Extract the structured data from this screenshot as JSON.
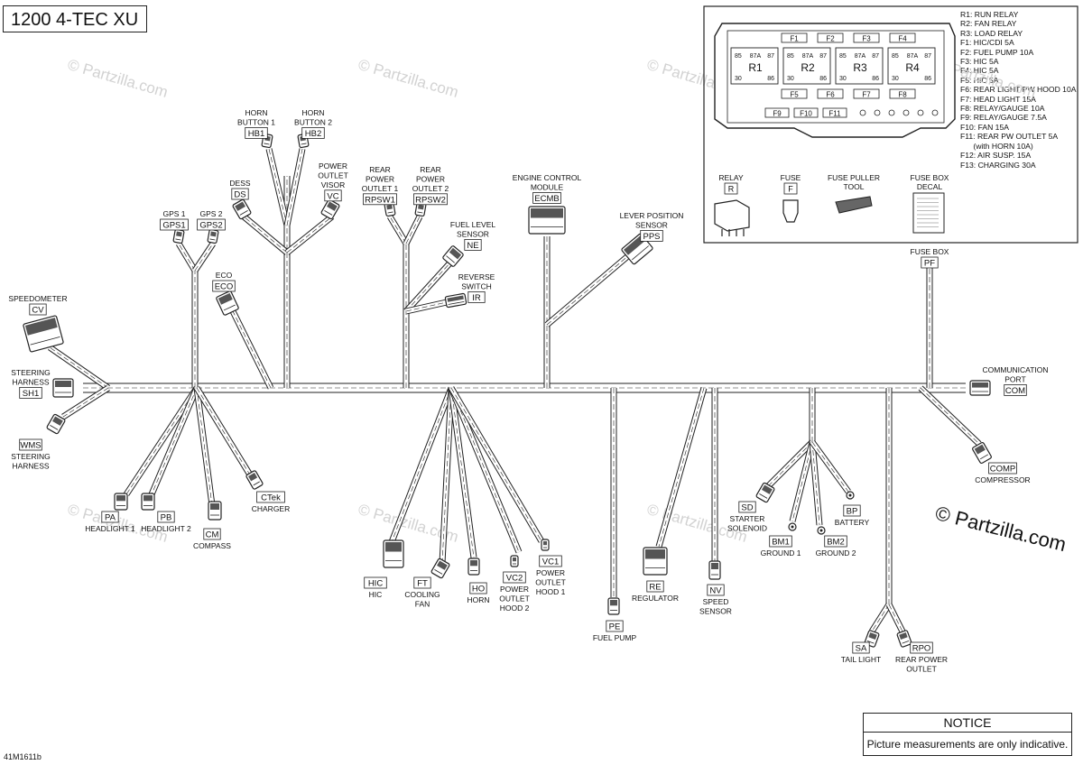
{
  "title": "1200 4-TEC XU",
  "figure_id": "41M1611b",
  "notice": {
    "title": "NOTICE",
    "text": "Picture measurements are only indicative."
  },
  "copyright": "© Partzilla.com",
  "watermark": "© Partzilla.com",
  "legend": [
    "R1: RUN RELAY",
    "R2: FAN RELAY",
    "R3: LOAD RELAY",
    "F1: HIC/CDI 5A",
    "F2: FUEL PUMP 10A",
    "F3: HIC 5A",
    "F4: HIC 5A",
    "F5: HIC 5A",
    "F6: REAR LIGHT/PW HOOD 10A",
    "F7: HEAD LIGHT 15A",
    "F8: RELAY/GAUGE 10A",
    "F9: RELAY/GAUGE 7.5A",
    "F10: FAN 15A",
    "F11: REAR PW OUTLET 5A",
    "      (with HORN 10A)",
    "F12: AIR SUSP. 15A",
    "F13: CHARGING 30A"
  ],
  "fusebox": {
    "fuses_top": [
      "F1",
      "F2",
      "F3",
      "F4"
    ],
    "fuses_mid": [
      "F5",
      "F6",
      "F7",
      "F8"
    ],
    "fuses_bot": [
      "F9",
      "F10",
      "F11"
    ],
    "relays": [
      "R1",
      "R2",
      "R3",
      "R4"
    ],
    "pins": {
      "p85": "85",
      "p87": "87",
      "p87a": "87A",
      "p30": "30",
      "p86": "86"
    }
  },
  "parts": [
    {
      "lines": [
        "RELAY"
      ],
      "code": "R"
    },
    {
      "lines": [
        "FUSE"
      ],
      "code": "F"
    },
    {
      "lines": [
        "FUSE PULLER",
        "TOOL"
      ],
      "code": ""
    },
    {
      "lines": [
        "FUSE BOX",
        "DECAL"
      ],
      "code": ""
    }
  ],
  "connectors": [
    {
      "lines": [
        "HORN",
        "BUTTON 1"
      ],
      "code": "HB1"
    },
    {
      "lines": [
        "HORN",
        "BUTTON 2"
      ],
      "code": "HB2"
    },
    {
      "lines": [
        "POWER",
        "OUTLET",
        "VISOR"
      ],
      "code": "VC"
    },
    {
      "lines": [
        "DESS"
      ],
      "code": "DS"
    },
    {
      "lines": [
        "GPS 1"
      ],
      "code": "GPS1"
    },
    {
      "lines": [
        "GPS 2"
      ],
      "code": "GPS2"
    },
    {
      "lines": [
        "ECO"
      ],
      "code": "ECO"
    },
    {
      "lines": [
        "SPEEDOMETER"
      ],
      "code": "CV"
    },
    {
      "lines": [
        "STEERING",
        "HARNESS"
      ],
      "code": "SH1"
    },
    {
      "lines": [
        "STEERING",
        "HARNESS"
      ],
      "code": "WMS"
    },
    {
      "lines": [
        "REAR",
        "POWER",
        "OUTLET 1"
      ],
      "code": "RPSW1"
    },
    {
      "lines": [
        "REAR",
        "POWER",
        "OUTLET 2"
      ],
      "code": "RPSW2"
    },
    {
      "lines": [
        "FUEL LEVEL",
        "SENSOR"
      ],
      "code": "NE"
    },
    {
      "lines": [
        "REVERSE",
        "SWITCH"
      ],
      "code": "IR"
    },
    {
      "lines": [
        "ENGINE CONTROL",
        "MODULE"
      ],
      "code": "ECMB"
    },
    {
      "lines": [
        "LEVER POSITION",
        "SENSOR"
      ],
      "code": "PPS"
    },
    {
      "lines": [
        "FUSE BOX"
      ],
      "code": "PF"
    },
    {
      "lines": [
        "COMMUNICATION",
        "PORT"
      ],
      "code": "COM"
    },
    {
      "lines": [
        "COMPRESSOR"
      ],
      "code": "COMP"
    },
    {
      "lines": [
        "HEADLIGHT 1"
      ],
      "code": "PA"
    },
    {
      "lines": [
        "HEADLIGHT 2"
      ],
      "code": "PB"
    },
    {
      "lines": [
        "COMPASS"
      ],
      "code": "CM"
    },
    {
      "lines": [
        "CHARGER"
      ],
      "code": "CTek"
    },
    {
      "lines": [
        "HIC"
      ],
      "code": "HIC"
    },
    {
      "lines": [
        "COOLING",
        "FAN"
      ],
      "code": "FT"
    },
    {
      "lines": [
        "HORN"
      ],
      "code": "HO"
    },
    {
      "lines": [
        "POWER",
        "OUTLET",
        "HOOD 2"
      ],
      "code": "VC2"
    },
    {
      "lines": [
        "POWER",
        "OUTLET",
        "HOOD 1"
      ],
      "code": "VC1"
    },
    {
      "lines": [
        "FUEL PUMP"
      ],
      "code": "PE"
    },
    {
      "lines": [
        "REGULATOR"
      ],
      "code": "RE"
    },
    {
      "lines": [
        "SPEED",
        "SENSOR"
      ],
      "code": "NV"
    },
    {
      "lines": [
        "STARTER",
        "SOLENOID"
      ],
      "code": "SD"
    },
    {
      "lines": [
        "GROUND 1"
      ],
      "code": "BM1"
    },
    {
      "lines": [
        "GROUND 2"
      ],
      "code": "BM2"
    },
    {
      "lines": [
        "BATTERY"
      ],
      "code": "BP"
    },
    {
      "lines": [
        "TAIL LIGHT"
      ],
      "code": "SA"
    },
    {
      "lines": [
        "REAR POWER",
        "OUTLET"
      ],
      "code": "RPO"
    }
  ]
}
